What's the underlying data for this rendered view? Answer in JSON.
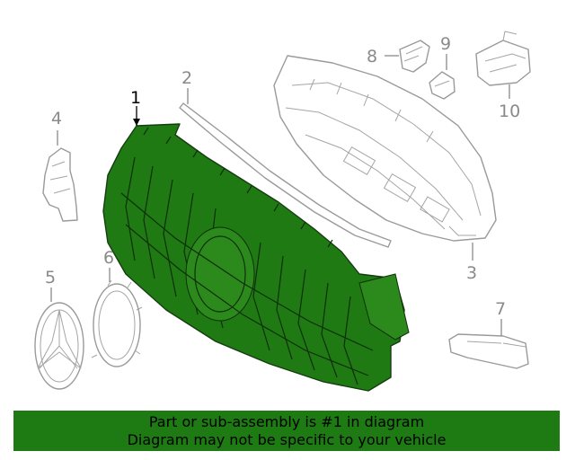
{
  "callouts": {
    "c1": "1",
    "c2": "2",
    "c3": "3",
    "c4": "4",
    "c5": "5",
    "c6": "6",
    "c7": "7",
    "c8": "8",
    "c9": "9",
    "c10": "10"
  },
  "highlighted_part": "1",
  "colors": {
    "highlight": "#1e7b14",
    "callout_active": "#000000",
    "callout_inactive": "#8a8a8a"
  },
  "banner": {
    "line1": "Part or sub-assembly is #1 in diagram",
    "line2": "Diagram may not be specific to your vehicle"
  }
}
